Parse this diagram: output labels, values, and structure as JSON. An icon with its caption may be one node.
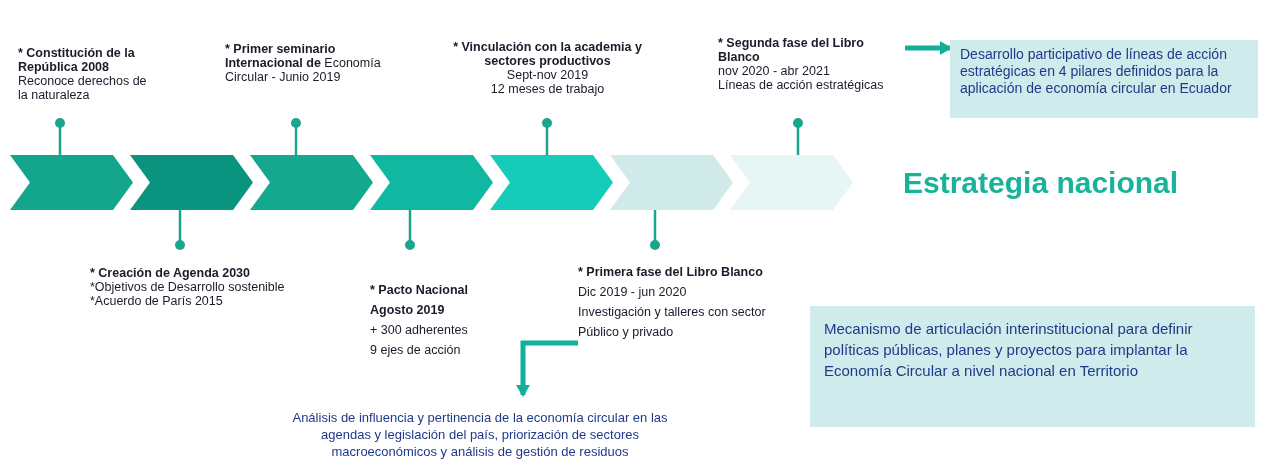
{
  "diagram": {
    "nodes": [
      {
        "text": [
          "* Constitución de la República 2008",
          "Reconoce derechos de la naturaleza"
        ]
      },
      {
        "text": [
          "* Primer seminario Internacional de",
          "Economía Circular - Junio 2019"
        ]
      },
      {
        "text": [
          "* Vinculación con la academia y sectores productivos",
          "Sept-nov 2019",
          "12 meses de trabajo"
        ]
      },
      {
        "text": [
          "* Segunda fase del Libro Blanco",
          "nov 2020 - abr 2021",
          "Líneas de acción estratégicas"
        ]
      },
      {
        "text": [
          "Desarrollo participativo de líneas de acción estratégicas en 4 pilares definidos para la aplicación de economía circular en Ecuador"
        ]
      },
      {
        "text": [],
        "shape": "chevron"
      },
      {
        "text": [],
        "shape": "chevron"
      },
      {
        "text": [],
        "shape": "chevron"
      },
      {
        "text": [],
        "shape": "chevron"
      },
      {
        "text": [],
        "shape": "chevron"
      },
      {
        "text": [],
        "shape": "chevron"
      },
      {
        "text": [],
        "shape": "chevron"
      },
      {
        "text": [
          "* Creación de Agenda 2030",
          "*Objetivos de Desarrollo sostenible",
          "*Acuerdo de París 2015"
        ]
      },
      {
        "text": [
          "* Pacto Nacional Agosto 2019",
          "+ 300 adherentes",
          "9 ejes de acción"
        ]
      },
      {
        "text": [
          "* Primera fase del Libro Blanco",
          "Dic 2019 - jun 2020",
          "Investigación y talleres con sector Público y privado"
        ]
      },
      {
        "text": [
          "Mecanismo de articulación interinstitucional para definir políticas públicas, planes y proyectos para implantar la Economía Circular a nivel nacional en Territorio"
        ]
      },
      {
        "text": [
          "Análisis de influencia y pertinencia de la economía circular en las agendas y legislación del país, priorización de sectores macroeconómicos y análisis de gestión de residuos"
        ]
      }
    ],
    "edges": [
      {
        "from": 0,
        "to": 5,
        "arrow": "other"
      },
      {
        "from": 1,
        "to": 7,
        "arrow": "other"
      },
      {
        "from": 2,
        "to": 9,
        "arrow": "other"
      },
      {
        "from": 3,
        "to": 11,
        "arrow": "other"
      },
      {
        "from": 12,
        "to": 6,
        "arrow": "other"
      },
      {
        "from": 13,
        "to": 8,
        "arrow": "other"
      },
      {
        "from": 14,
        "to": 10,
        "arrow": "other"
      },
      {
        "from": 3,
        "to": 4,
        "arrow": "to",
        "style": "thick"
      },
      {
        "from": 14,
        "to": 16,
        "arrow": "to",
        "style": "thick"
      }
    ],
    "labels": [
      "Estrategia nacional"
    ]
  }
}
